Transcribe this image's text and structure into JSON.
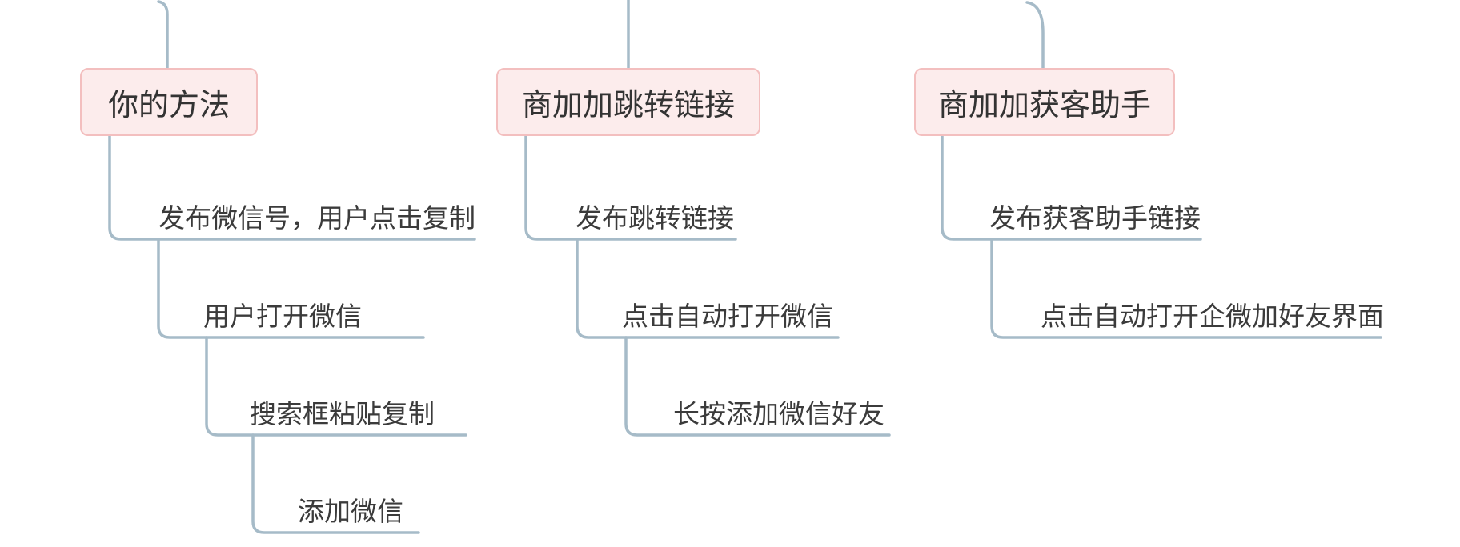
{
  "canvas": {
    "background": "#ffffff",
    "line_color": "#a6bbc8",
    "topic_fill": "#fcecec",
    "topic_border": "#f3bfbf",
    "text_color": "#3b3b3b"
  },
  "mindmap": {
    "branches": [
      {
        "title": "你的方法",
        "children": [
          "发布微信号，用户点击复制",
          "用户打开微信",
          "搜索框粘贴复制",
          "添加微信"
        ]
      },
      {
        "title": "商加加跳转链接",
        "children": [
          "发布跳转链接",
          "点击自动打开微信",
          "长按添加微信好友"
        ]
      },
      {
        "title": "商加加获客助手",
        "children": [
          "发布获客助手链接",
          "点击自动打开企微加好友界面"
        ]
      }
    ]
  }
}
